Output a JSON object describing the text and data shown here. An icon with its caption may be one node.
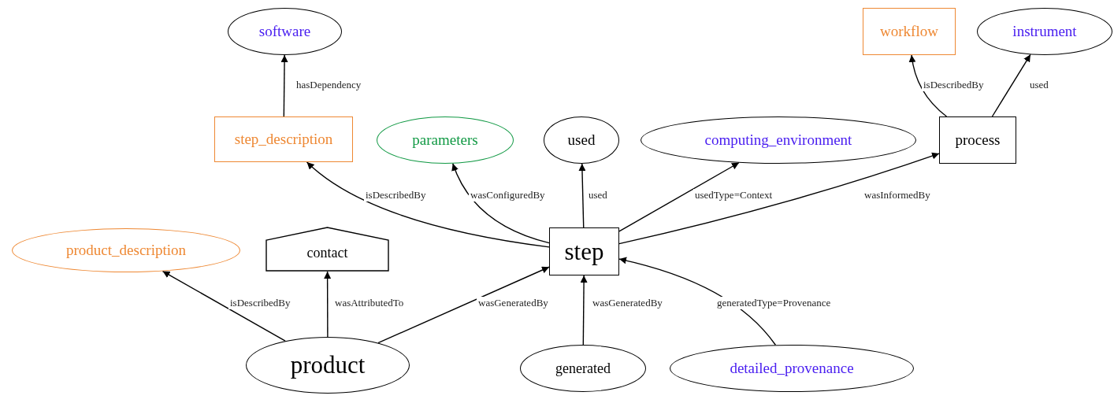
{
  "diagram": {
    "nodes": [
      {
        "text": [
          "software"
        ]
      },
      {
        "text": [
          "workflow"
        ]
      },
      {
        "text": [
          "instrument"
        ]
      },
      {
        "text": [
          "step_description"
        ]
      },
      {
        "text": [
          "parameters"
        ]
      },
      {
        "text": [
          "used"
        ]
      },
      {
        "text": [
          "computing_environment"
        ]
      },
      {
        "text": [
          "process"
        ]
      },
      {
        "text": [
          "product_description"
        ]
      },
      {
        "text": [
          "contact"
        ]
      },
      {
        "text": [
          "step"
        ]
      },
      {
        "text": [
          "product"
        ]
      },
      {
        "text": [
          "generated"
        ]
      },
      {
        "text": [
          "detailed_provenance"
        ]
      }
    ],
    "edges": [
      {
        "from": 3,
        "to": 0,
        "arrow": "to",
        "label": "hasDependency"
      },
      {
        "from": 10,
        "to": 3,
        "arrow": "to",
        "label": "isDescribedBy"
      },
      {
        "from": 10,
        "to": 4,
        "arrow": "to",
        "label": "wasConfiguredBy"
      },
      {
        "from": 10,
        "to": 5,
        "arrow": "to",
        "label": "used"
      },
      {
        "from": 10,
        "to": 6,
        "arrow": "to",
        "label": "usedType=Context"
      },
      {
        "from": 10,
        "to": 7,
        "arrow": "to",
        "label": "wasInformedBy"
      },
      {
        "from": 7,
        "to": 1,
        "arrow": "to",
        "label": "isDescribedBy"
      },
      {
        "from": 7,
        "to": 2,
        "arrow": "to",
        "label": "used"
      },
      {
        "from": 11,
        "to": 8,
        "arrow": "to",
        "label": "isDescribedBy"
      },
      {
        "from": 11,
        "to": 9,
        "arrow": "to",
        "label": "wasAttributedTo"
      },
      {
        "from": 11,
        "to": 10,
        "arrow": "to",
        "label": "wasGeneratedBy"
      },
      {
        "from": 12,
        "to": 10,
        "arrow": "to",
        "label": "wasGeneratedBy"
      },
      {
        "from": 13,
        "to": 10,
        "arrow": "to",
        "label": "generatedType=Provenance"
      }
    ]
  }
}
